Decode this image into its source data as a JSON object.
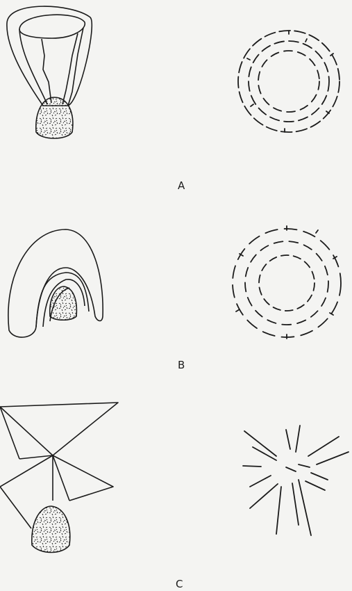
{
  "labels": {
    "a": "A",
    "b": "B",
    "c": "C"
  },
  "colors": {
    "background": "#f4f4f2",
    "ink": "#1b1b1b"
  }
}
